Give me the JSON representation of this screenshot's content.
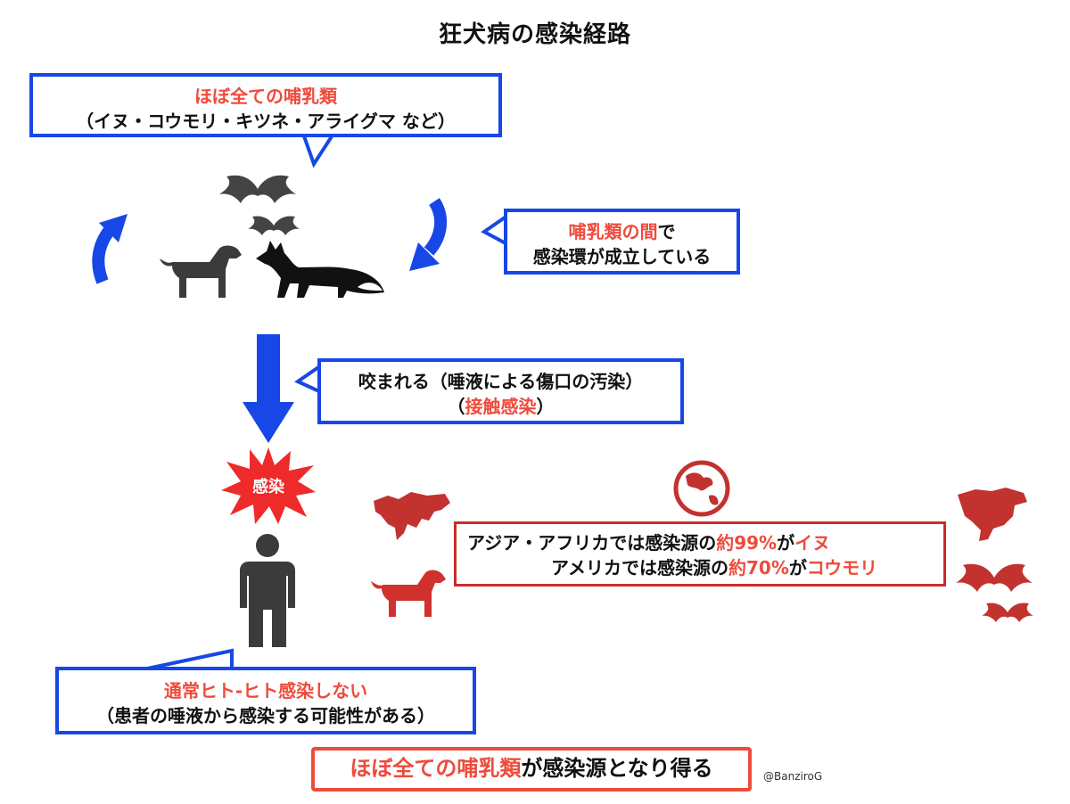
{
  "title": "狂犬病の感染経路",
  "callout_hosts": {
    "red_line": "ほぼ全ての哺乳類",
    "line2": "（イヌ・コウモリ・キツネ・アライグマ など）"
  },
  "callout_cycle": {
    "red": "哺乳類の間",
    "black": "で",
    "line2": "感染環が成立している"
  },
  "callout_bite": {
    "line1": "咬まれる（唾液による傷口の汚染）",
    "line2_open": "（",
    "line2_red": "接触感染",
    "line2_close": "）"
  },
  "burst_label": "感染",
  "callout_human": {
    "red_line": "通常ヒト-ヒト感染しない",
    "line2": "（患者の唾液から感染する可能性がある）"
  },
  "region_box": {
    "l1_a": "アジア・アフリカでは感染源の",
    "l1_red1": "約99%",
    "l1_b": "が",
    "l1_red2": "イヌ",
    "l2_a": "アメリカでは感染源の",
    "l2_red1": "約70%",
    "l2_b": "が",
    "l2_red2": "コウモリ"
  },
  "bottom": {
    "red": "ほぼ全ての哺乳類",
    "black": "が感染源となり得る"
  },
  "credit": "@BanziroG",
  "colors": {
    "blue": "#1747e6",
    "red_text": "#ee4b3c",
    "red_icon": "#d0312d",
    "dark_icon": "#3b3b3b"
  },
  "icons": [
    "bat-icon",
    "dog-icon",
    "fox-icon",
    "cycle-arrow-icon",
    "down-arrow-icon",
    "burst-icon",
    "person-icon",
    "globe-icon",
    "map-asia-icon",
    "map-america-icon"
  ]
}
